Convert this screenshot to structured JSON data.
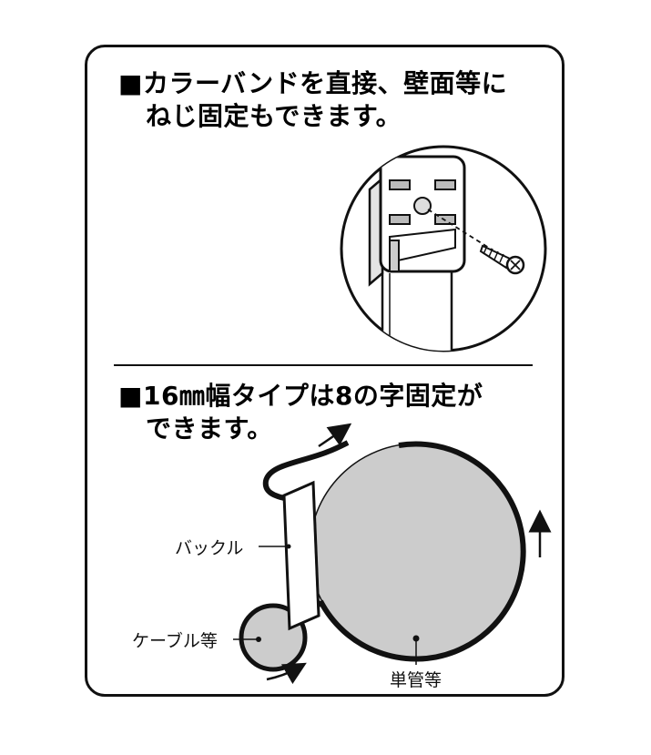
{
  "section1": {
    "heading_line1": "■カラーバンドを直接、壁面等に",
    "heading_line2": "ねじ固定もできます。"
  },
  "section2": {
    "heading_line1": "■16㎜幅タイプは8の字固定が",
    "heading_line2": "できます。"
  },
  "labels": {
    "buckle": "バックル",
    "cable": "ケーブル等",
    "pipe": "単管等"
  },
  "colors": {
    "outline": "#111111",
    "fill_gray": "#cccccc",
    "background": "#ffffff"
  }
}
